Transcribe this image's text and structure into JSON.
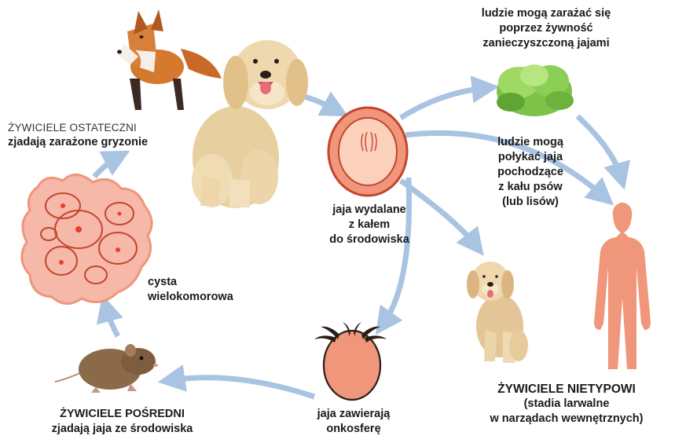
{
  "definitive_hosts": {
    "heading": "ŻYWICIELE OSTATECZNI",
    "text": "zjadają zarażone gryzonie"
  },
  "eggs_excreted": [
    "jaja wydalane",
    "z kałem",
    "do środowiska"
  ],
  "food_route": [
    "ludzie mogą zarażać się",
    "poprzez żywność",
    "zanieczyszczoną jajami"
  ],
  "feces_route": [
    "ludzie mogą",
    "połykać jaja",
    "pochodzące",
    "z kału psów",
    "(lub lisów)"
  ],
  "cyst": [
    "cysta",
    "wielokomorowa"
  ],
  "intermediate_hosts": {
    "heading": "ŻYWICIELE POŚREDNI",
    "text": "zjadają jaja ze środowiska"
  },
  "egg_oncosphere": [
    "jaja zawierają",
    "onkosferę"
  ],
  "aberrant_hosts": {
    "heading": "ŻYWICIELE NIETYPOWI",
    "lines": [
      "(stadia larwalne",
      "w narządach wewnętrznych)"
    ]
  },
  "colors": {
    "arrow": "#a9c3e2",
    "salmon": "#f0967a",
    "salmon_dark": "#c2462e",
    "cyst_fill": "#f6b8a8",
    "egg_inner": "#fbd1bc"
  },
  "icons": [
    "fox-icon",
    "dog-icon",
    "egg-icon",
    "lettuce-icon",
    "human-silhouette-icon",
    "small-dog-icon",
    "oncosphere-egg-icon",
    "mouse-icon",
    "cyst-icon"
  ]
}
